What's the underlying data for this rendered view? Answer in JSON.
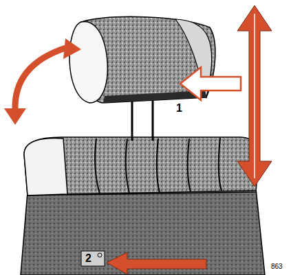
{
  "diagram": {
    "labels": [
      "1",
      "2",
      "863"
    ]
  }
}
